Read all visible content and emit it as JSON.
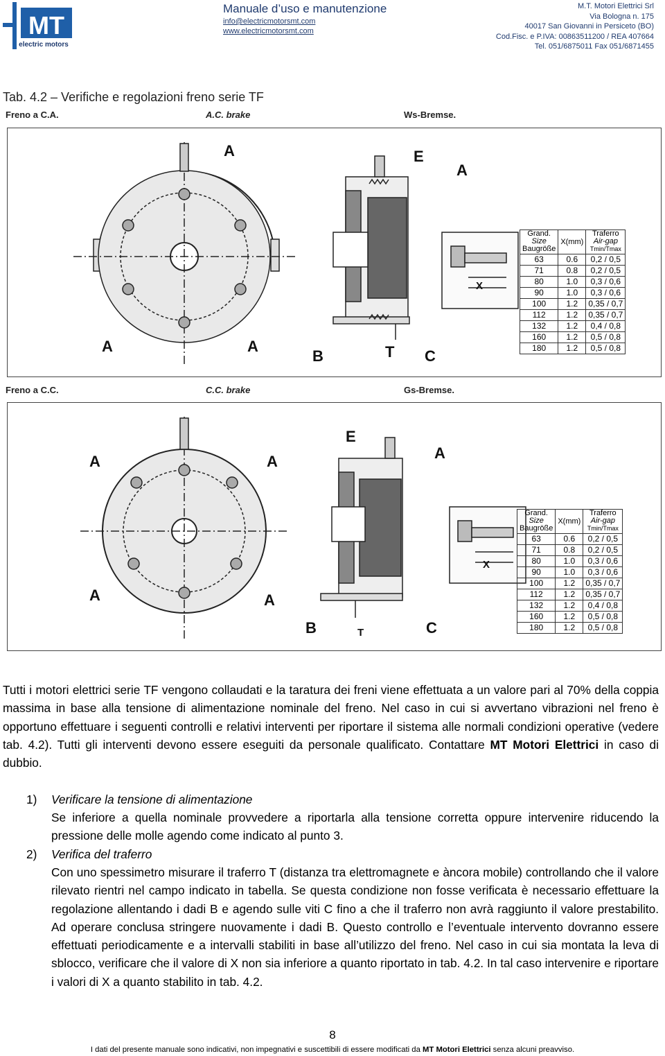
{
  "header": {
    "logo_text": "MT",
    "logo_subtext": "electric motors",
    "manual_title": "Manuale d’uso e manutenzione",
    "email": "info@electricmotorsmt.com",
    "website": "www.electricmotorsmt.com",
    "company_lines": [
      "M.T. Motori Elettrici Srl",
      "Via Bologna n. 175",
      "40017 San Giovanni in Persiceto (BO)",
      "Cod.Fisc. e P.IVA: 00863511200 / REA 407664",
      "Tel. 051/6875011 Fax 051/6871455"
    ]
  },
  "table_title": "Tab. 4.2 – Verifiche e regolazioni freno serie TF",
  "figures": [
    {
      "caption_it": "Freno a C.A.",
      "caption_en": "A.C. brake",
      "caption_de": "Ws-Bremse.",
      "labels": [
        "A",
        "A",
        "A",
        "E",
        "A",
        "B",
        "T",
        "C",
        "X"
      ]
    },
    {
      "caption_it": "Freno a C.C.",
      "caption_en": "C.C. brake",
      "caption_de": "Gs-Bremse.",
      "labels": [
        "A",
        "A",
        "A",
        "A",
        "E",
        "A",
        "B",
        "T",
        "C",
        "X"
      ]
    }
  ],
  "gap_table": {
    "head_size": [
      "Grand.",
      "Size",
      "Baugröße"
    ],
    "head_x": "X(mm)",
    "head_gap": [
      "Traferro",
      "Air-gap",
      "Tmin/Tmax"
    ],
    "rows": [
      [
        "63",
        "0.6",
        "0,2 / 0,5"
      ],
      [
        "71",
        "0.8",
        "0,2 / 0,5"
      ],
      [
        "80",
        "1.0",
        "0,3 / 0,6"
      ],
      [
        "90",
        "1.0",
        "0,3 / 0,6"
      ],
      [
        "100",
        "1.2",
        "0,35 / 0,7"
      ],
      [
        "112",
        "1.2",
        "0,35 / 0,7"
      ],
      [
        "132",
        "1.2",
        "0,4 / 0,8"
      ],
      [
        "160",
        "1.2",
        "0,5 / 0,8"
      ],
      [
        "180",
        "1.2",
        "0,5 / 0,8"
      ]
    ]
  },
  "intro": {
    "text_before": "Tutti i motori elettrici serie TF vengono collaudati e la taratura dei freni viene effettuata a un valore pari al 70% della coppia massima in base alla tensione di alimentazione nominale del freno. Nel caso in cui si avvertano vibrazioni nel freno è opportuno effettuare i seguenti controlli e relativi interventi per riportare il sistema alle normali condizioni operative (vedere tab. 4.2). Tutti gli interventi devono essere eseguiti da personale qualificato. Contattare ",
    "bold": "MT Motori Elettrici",
    "text_after": " in caso di dubbio."
  },
  "items": [
    {
      "num": "1)",
      "heading": "Verificare la tensione di alimentazione",
      "body": "Se inferiore a quella nominale provvedere a riportarla alla tensione corretta oppure intervenire riducendo la pressione delle molle agendo come indicato al punto 3."
    },
    {
      "num": "2)",
      "heading": "Verifica del traferro",
      "body": "Con uno spessimetro misurare il traferro T (distanza tra elettromagnete e àncora mobile) controllando che il valore rilevato rientri nel campo indicato in tabella. Se questa condizione non fosse verificata è necessario effettuare la regolazione allentando i dadi B e agendo sulle viti C fino a che il traferro non avrà raggiunto il valore prestabilito. Ad operare conclusa stringere nuovamente i dadi B. Questo controllo e l’eventuale intervento dovranno essere effettuati periodicamente e a intervalli stabiliti in base all’utilizzo del freno. Nel caso in cui sia montata la leva di sblocco, verificare che il valore di X non sia inferiore a quanto riportato in tab. 4.2. In tal caso intervenire e riportare i valori di X a quanto stabilito in tab. 4.2."
    }
  ],
  "page_number": "8",
  "footer": {
    "text_before": "I dati del presente manuale sono indicativi, non impegnativi e suscettibili di essere modificati da ",
    "bold": "MT Motori Elettrici",
    "text_after": " senza alcuni preavviso."
  },
  "colors": {
    "brand_blue": "#1f5fa8",
    "header_text": "#1f3a6e"
  }
}
